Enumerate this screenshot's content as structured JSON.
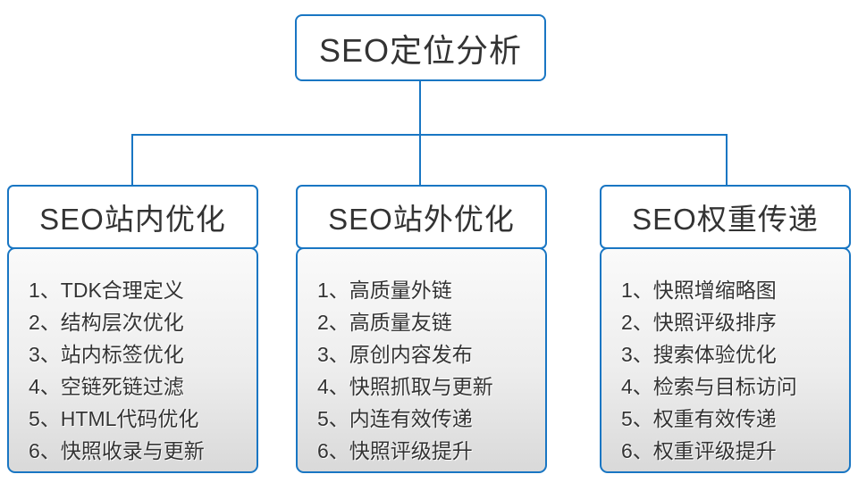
{
  "colors": {
    "accent": "#1976C3",
    "text": "#333333",
    "panel_gradient_top": "#FAFAFA",
    "panel_gradient_bottom": "#D9D9D9",
    "node_background": "#FFFFFF"
  },
  "root": {
    "title": "SEO定位分析"
  },
  "branches": [
    {
      "title": "SEO站内优化",
      "items": [
        "1、TDK合理定义",
        "2、结构层次优化",
        "3、站内标签优化",
        "4、空链死链过滤",
        "5、HTML代码优化",
        "6、快照收录与更新"
      ]
    },
    {
      "title": "SEO站外优化",
      "items": [
        "1、高质量外链",
        "2、高质量友链",
        "3、原创内容发布",
        "4、快照抓取与更新",
        "5、内连有效传递",
        "6、快照评级提升"
      ]
    },
    {
      "title": "SEO权重传递",
      "items": [
        "1、快照增缩略图",
        "2、快照评级排序",
        "3、搜索体验优化",
        "4、检索与目标访问",
        "5、权重有效传递",
        "6、权重评级提升"
      ]
    }
  ]
}
